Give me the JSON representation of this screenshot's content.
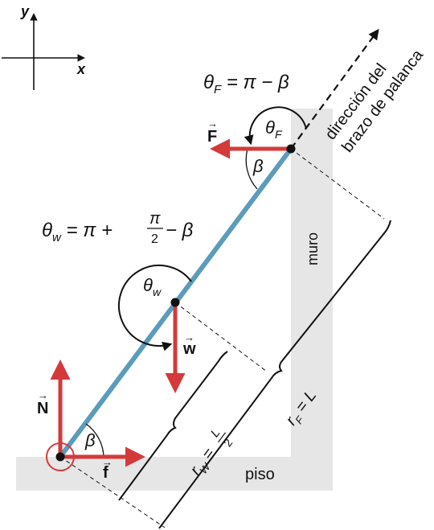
{
  "axes": {
    "y_label": "y",
    "x_label": "x"
  },
  "labels": {
    "theta_F_eq": {
      "left": "θ",
      "sub": "F",
      "rest": " = π − β"
    },
    "theta_F_arc": {
      "base": "θ",
      "sub": "F"
    },
    "theta_w_eq": {
      "left": "θ",
      "sub": "w",
      "rest": " = π + ",
      "frac_num": "π",
      "frac_den": "2",
      "tail": " − β"
    },
    "theta_w_arc": {
      "base": "θ",
      "sub": "w"
    },
    "beta_top": "β",
    "beta_bottom": "β",
    "lever_direction_line1": "dirección del",
    "lever_direction_line2": "brazo de palanca",
    "wall": "muro",
    "floor": "piso",
    "r_w": {
      "base": "r",
      "sub": "W",
      "eq": " = ",
      "frac_num": "L",
      "frac_den": "2"
    },
    "r_F": {
      "base": "r",
      "sub": "F",
      "rest": " = L"
    }
  },
  "vectors": {
    "F": "F",
    "N": "N",
    "w": "w",
    "f": "f"
  },
  "colors": {
    "beam": "#5b9bbd",
    "force": "#d43a3a",
    "surface": "#e6e6e6",
    "ink": "#111111"
  }
}
